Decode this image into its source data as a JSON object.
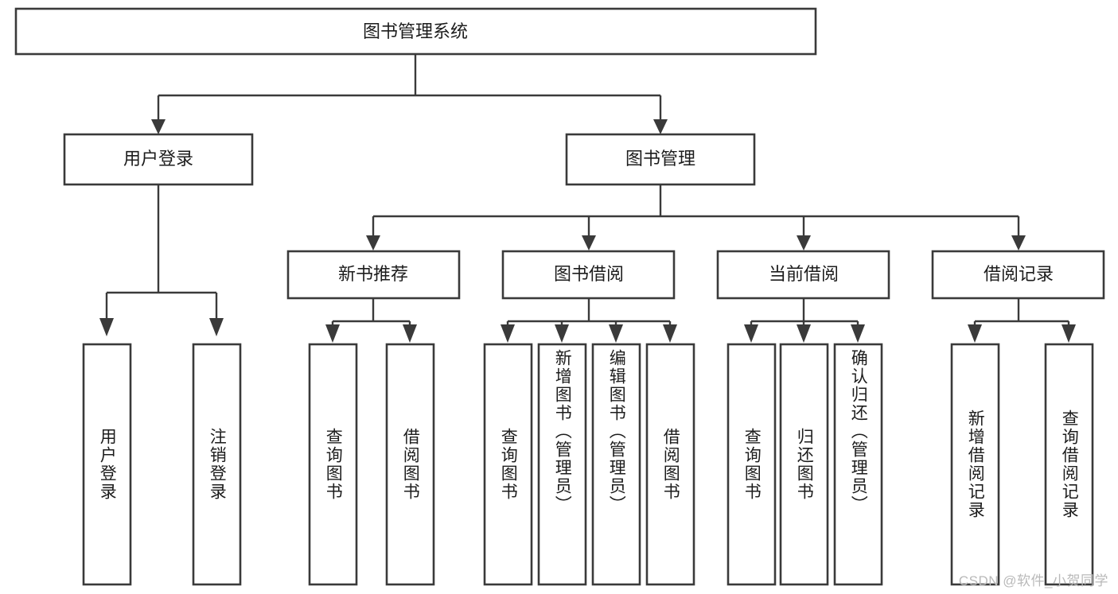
{
  "diagram": {
    "type": "tree",
    "title": "图书管理系统",
    "watermark": "CSDN @软件_小贺同学",
    "colors": {
      "box_stroke": "#3a3a3a",
      "box_fill": "#ffffff",
      "text": "#1c1c1c",
      "connector": "#3a3a3a",
      "watermark": "#b9b9b9"
    },
    "root": {
      "label": "图书管理系统"
    },
    "level1": [
      {
        "label": "用户登录"
      },
      {
        "label": "图书管理"
      }
    ],
    "level2": [
      {
        "label": "新书推荐"
      },
      {
        "label": "图书借阅"
      },
      {
        "label": "当前借阅"
      },
      {
        "label": "借阅记录"
      }
    ],
    "leaves": [
      {
        "label": "用户登录",
        "parent": "用户登录"
      },
      {
        "label": "注销登录",
        "parent": "用户登录"
      },
      {
        "label": "查询图书",
        "parent": "新书推荐"
      },
      {
        "label": "借阅图书",
        "parent": "新书推荐"
      },
      {
        "label": "查询图书",
        "parent": "图书借阅"
      },
      {
        "label": "新增图书（管理员）",
        "parent": "图书借阅"
      },
      {
        "label": "编辑图书（管理员）",
        "parent": "图书借阅"
      },
      {
        "label": "借阅图书",
        "parent": "图书借阅"
      },
      {
        "label": "查询图书",
        "parent": "当前借阅"
      },
      {
        "label": "归还图书",
        "parent": "当前借阅"
      },
      {
        "label": "确认归还（管理员）",
        "parent": "当前借阅"
      },
      {
        "label": "新增借阅记录",
        "parent": "借阅记录"
      },
      {
        "label": "查询借阅记录",
        "parent": "借阅记录"
      }
    ]
  }
}
